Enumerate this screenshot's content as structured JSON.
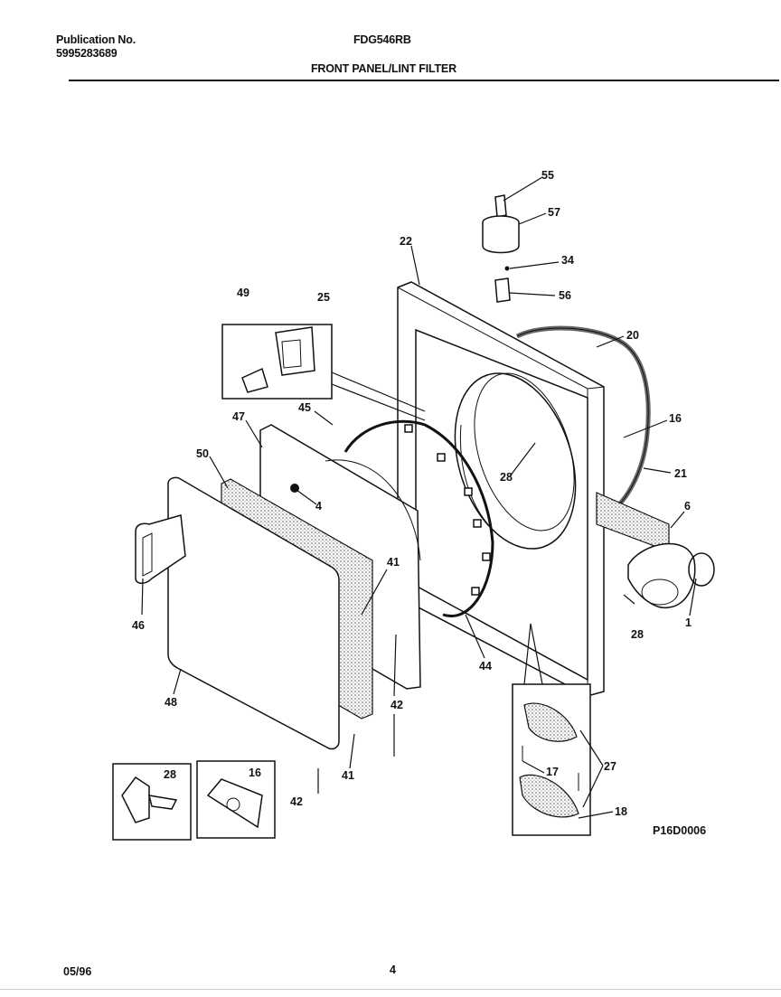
{
  "header": {
    "publication_label": "Publication No.",
    "publication_number": "5995283689",
    "model": "FDG546RB",
    "section_title": "FRONT PANEL/LINT FILTER"
  },
  "footer": {
    "date": "05/96",
    "page": "4"
  },
  "diagram": {
    "code": "P16D0006",
    "labels": [
      "55",
      "57",
      "34",
      "56",
      "22",
      "20",
      "16",
      "21",
      "6",
      "1",
      "28",
      "49",
      "25",
      "45",
      "47",
      "50",
      "4",
      "41",
      "42",
      "44",
      "46",
      "48",
      "27",
      "17",
      "18"
    ]
  }
}
